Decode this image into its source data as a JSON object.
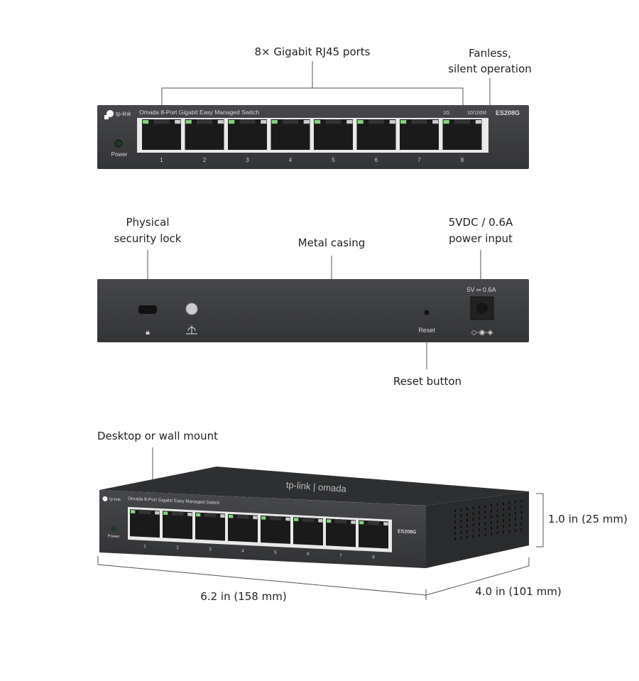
{
  "product": {
    "brand": "tp-link",
    "model": "ES208G",
    "name": "Omada 8-Port Gigabit Easy Managed Switch",
    "top_logo": "tp-link | omada"
  },
  "front_view": {
    "callout_ports": "8× Gigabit RJ45 ports",
    "callout_fanless_1": "Fanless,",
    "callout_fanless_2": "silent operation",
    "power_label": "Power",
    "led_1g": "1G",
    "led_100m": "10/100M",
    "port_numbers": [
      "1",
      "2",
      "3",
      "4",
      "5",
      "6",
      "7",
      "8"
    ]
  },
  "back_view": {
    "callout_lock_1": "Physical",
    "callout_lock_2": "security lock",
    "callout_casing": "Metal casing",
    "callout_power_1": "5VDC / 0.6A",
    "callout_power_2": "power input",
    "power_rating": "5V ═ 0.6A",
    "reset_label": "Reset",
    "callout_reset": "Reset button"
  },
  "perspective_view": {
    "callout_mount": "Desktop or wall mount",
    "height_dim": "1.0 in (25 mm)",
    "width_dim": "6.2  in (158 mm)",
    "depth_dim": "4.0  in (101 mm)"
  },
  "colors": {
    "body": "#3c3d3f",
    "led_green": "#7fd67a",
    "port_frame": "#e9e9e9"
  }
}
